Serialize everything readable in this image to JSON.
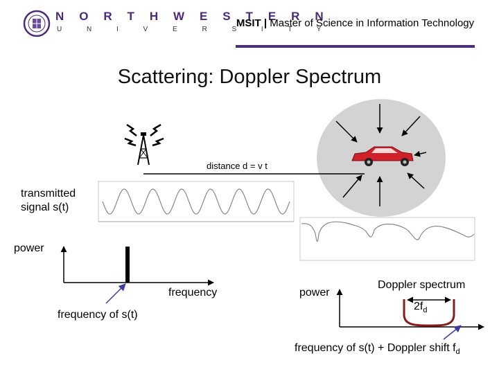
{
  "header": {
    "university_line1": "N O R T H W E S T E R N",
    "university_line2": "U N I V E R S I T Y",
    "program_abbrev": "MSIT",
    "program_separator": " | ",
    "program_name": "Master of Science in Information Technology"
  },
  "slide": {
    "title": "Scattering: Doppler Spectrum"
  },
  "diagram": {
    "distance_label": "distance d = v t",
    "transmitted_label_line1": "transmitted",
    "transmitted_label_line2": "signal s(t)",
    "power_label_left": "power",
    "frequency_axis_label": "frequency",
    "frequency_of_s_label": "frequency of s(t)",
    "power_label_right": "power",
    "doppler_spectrum_label": "Doppler spectrum",
    "two_fd_main": "2f",
    "two_fd_sub": "d",
    "doppler_shift_main": "frequency of s(t) + Doppler shift f",
    "doppler_shift_sub": "d"
  },
  "colors": {
    "accent_bar": "#4b2e83",
    "university_purple": "#4a2a7a",
    "car_red": "#d0202a",
    "scatter_circle": "#d3d3d3",
    "callout_arrow": "#3a3aa0",
    "doppler_curve": "#8b1a1a"
  }
}
